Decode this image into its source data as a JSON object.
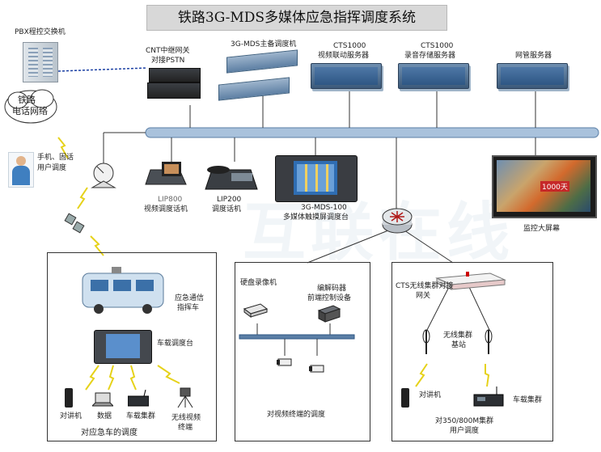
{
  "title": "铁路3G-MDS多媒体应急指挥调度系统",
  "nodes": {
    "pbx": "PBX程控交换机",
    "rail_phone_net": [
      "铁路",
      "电话网络"
    ],
    "mobile_users": [
      "手机、固话",
      "用户调度"
    ],
    "cnt_gateway": [
      "CNT中继网关",
      "对接PSTN"
    ],
    "main_dispatcher": "3G-MDS主备调度机",
    "cts_video": [
      "CTS1000",
      "视频联动服务器"
    ],
    "cts_record": [
      "CTS1000",
      "录音存储服务器"
    ],
    "netmgmt": "网管服务器",
    "lip800": [
      "LIP800",
      "视频调度话机"
    ],
    "lip200": [
      "LIP200",
      "调度话机"
    ],
    "mds100": [
      "3G-MDS-100",
      "多媒体触摸屏调度台"
    ],
    "monitor_wall": "监控大屏幕",
    "emergency_vehicle": [
      "应急通信",
      "指挥车"
    ],
    "vehicle_console": "车载调度台",
    "walkie": "对讲机",
    "data": "数据",
    "vehicle_trunk": "车载集群",
    "wireless_video": [
      "无线视频",
      "终端"
    ],
    "vehicle_caption": "对应急车的调度",
    "dvr": "硬盘录像机",
    "codec": [
      "编解码器",
      "前端控制设备"
    ],
    "video_caption": "对视频终端的调度",
    "cts_gateway": [
      "CTS无线集群对接",
      "网关"
    ],
    "base_station": [
      "无线集群",
      "基站"
    ],
    "walkie2": "对讲机",
    "vehicle_trunk2": "车载集群",
    "trunk_caption": [
      "对350/800M集群",
      "用户调度"
    ],
    "screen_label": "1000天"
  },
  "watermark": "互联在线"
}
